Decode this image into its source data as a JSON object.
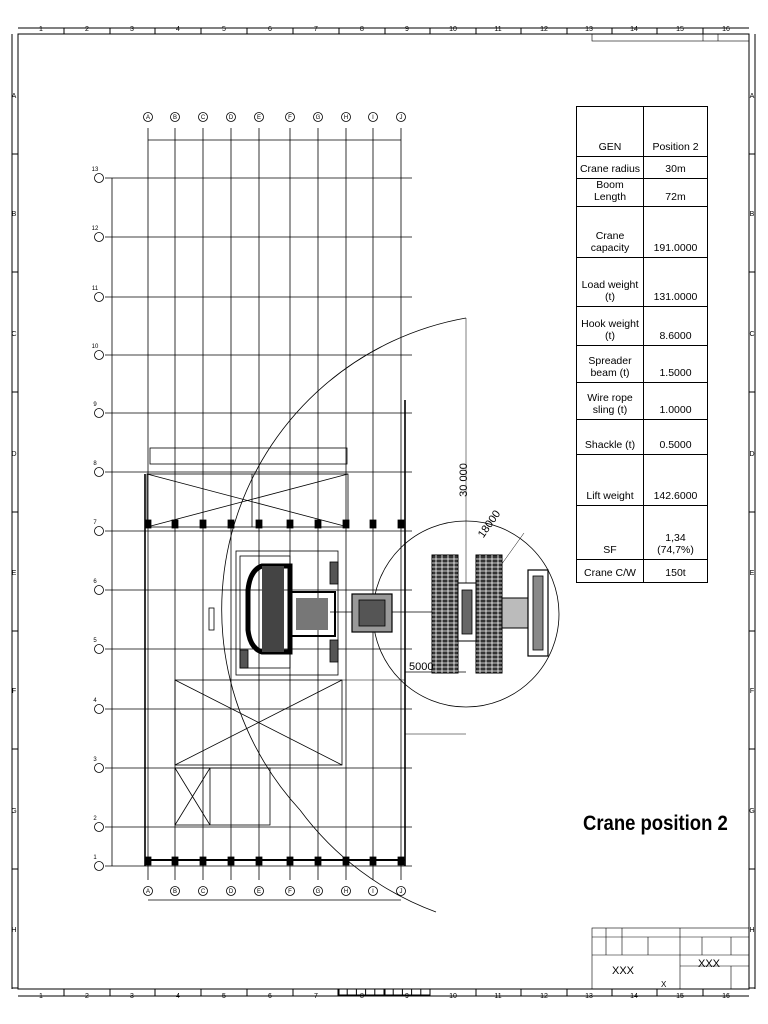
{
  "drawing": {
    "title": "Crane position 2",
    "border_columns": [
      "1",
      "2",
      "3",
      "4",
      "5",
      "6",
      "7",
      "8",
      "9",
      "10",
      "11",
      "12",
      "13",
      "14",
      "15",
      "16"
    ],
    "border_rows": [
      "A",
      "B",
      "C",
      "D",
      "E",
      "F",
      "G",
      "H"
    ],
    "grid_columns": [
      "A",
      "B",
      "C",
      "D",
      "E",
      "F",
      "G",
      "H",
      "I",
      "J"
    ],
    "grid_rows": [
      "13",
      "12",
      "11",
      "10",
      "9",
      "8",
      "7",
      "6",
      "5",
      "4",
      "3",
      "2",
      "1"
    ],
    "dimensions": {
      "radius_outer": "30 000",
      "radius_inner": "18000",
      "offset": "5000"
    }
  },
  "crane_table": {
    "header": {
      "key": "GEN",
      "value": "Position 2"
    },
    "rows": [
      {
        "key": "Crane radius",
        "value": "30m"
      },
      {
        "key": "Boom Length",
        "value": "72m"
      },
      {
        "key": "Crane capacity",
        "value": "191.0000"
      },
      {
        "key": "Load weight (t)",
        "value": "131.0000"
      },
      {
        "key": "Hook weight (t)",
        "value": "8.6000"
      },
      {
        "key": "Spreader beam (t)",
        "value": "1.5000"
      },
      {
        "key": "Wire rope sling (t)",
        "value": "1.0000"
      },
      {
        "key": "Shackle (t)",
        "value": "0.5000"
      },
      {
        "key": "Lift weight",
        "value": "142.6000"
      },
      {
        "key": "SF",
        "value": "1,34 (74,7%)"
      },
      {
        "key": "Crane C/W",
        "value": "150t"
      }
    ]
  },
  "title_block": {
    "drawing_no": "XXX",
    "revision": "XXX",
    "mark": "X"
  },
  "colors": {
    "line": "#000000",
    "background": "#ffffff"
  }
}
